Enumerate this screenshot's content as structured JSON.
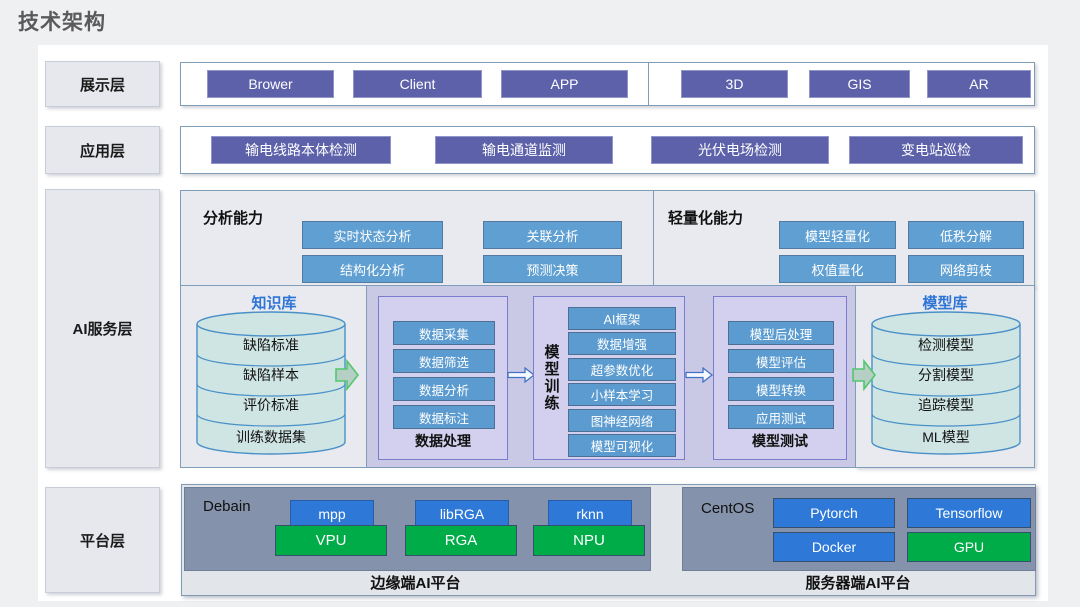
{
  "title": "技术架构",
  "colors": {
    "purple_button": "#5c61aa",
    "blue_button": "#5f9fd2",
    "purple_area": "#c9c9e6",
    "cylinder_fill": "#cfe5e3",
    "db_label_blue": "#2e75d6",
    "slate_panel": "#8493ab",
    "platform_blue": "#2e79d8",
    "platform_green": "#00ac47",
    "green_arrow": "#52c76e"
  },
  "presentation": {
    "label": "展示层",
    "group1": [
      "Brower",
      "Client",
      "APP"
    ],
    "group2": [
      "3D",
      "GIS",
      "AR"
    ]
  },
  "application": {
    "label": "应用层",
    "items": [
      "输电线路本体检测",
      "输电通道监测",
      "光伏电场检测",
      "变电站巡检"
    ]
  },
  "ai": {
    "label": "AI服务层",
    "analysis": {
      "title": "分析能力",
      "buttons": [
        "实时状态分析",
        "关联分析",
        "结构化分析",
        "预测决策"
      ]
    },
    "lightweight": {
      "title": "轻量化能力",
      "buttons": [
        "模型轻量化",
        "低秩分解",
        "权值量化",
        "网络剪枝"
      ]
    },
    "knowledge": {
      "title": "知识库",
      "rows": [
        "缺陷标准",
        "缺陷样本",
        "评价标准",
        "训练数据集"
      ]
    },
    "data_processing": {
      "title": "数据处理",
      "buttons": [
        "数据采集",
        "数据筛选",
        "数据分析",
        "数据标注"
      ]
    },
    "training": {
      "title": "模型训练",
      "buttons": [
        "AI框架",
        "数据增强",
        "超参数优化",
        "小样本学习",
        "图神经网络",
        "模型可视化"
      ]
    },
    "testing": {
      "title": "模型测试",
      "buttons": [
        "模型后处理",
        "模型评估",
        "模型转换",
        "应用测试"
      ]
    },
    "models": {
      "title": "模型库",
      "rows": [
        "检测模型",
        "分割模型",
        "追踪模型",
        "ML模型"
      ]
    }
  },
  "platform": {
    "label": "平台层",
    "edge": {
      "os": "Debain",
      "pairs": [
        {
          "top": "mpp",
          "bottom": "VPU"
        },
        {
          "top": "libRGA",
          "bottom": "RGA"
        },
        {
          "top": "rknn",
          "bottom": "NPU"
        }
      ],
      "caption": "边缘端AI平台"
    },
    "server": {
      "os": "CentOS",
      "row1": [
        "Pytorch",
        "Tensorflow"
      ],
      "row2": [
        "Docker",
        "GPU"
      ],
      "caption": "服务器端AI平台"
    }
  }
}
